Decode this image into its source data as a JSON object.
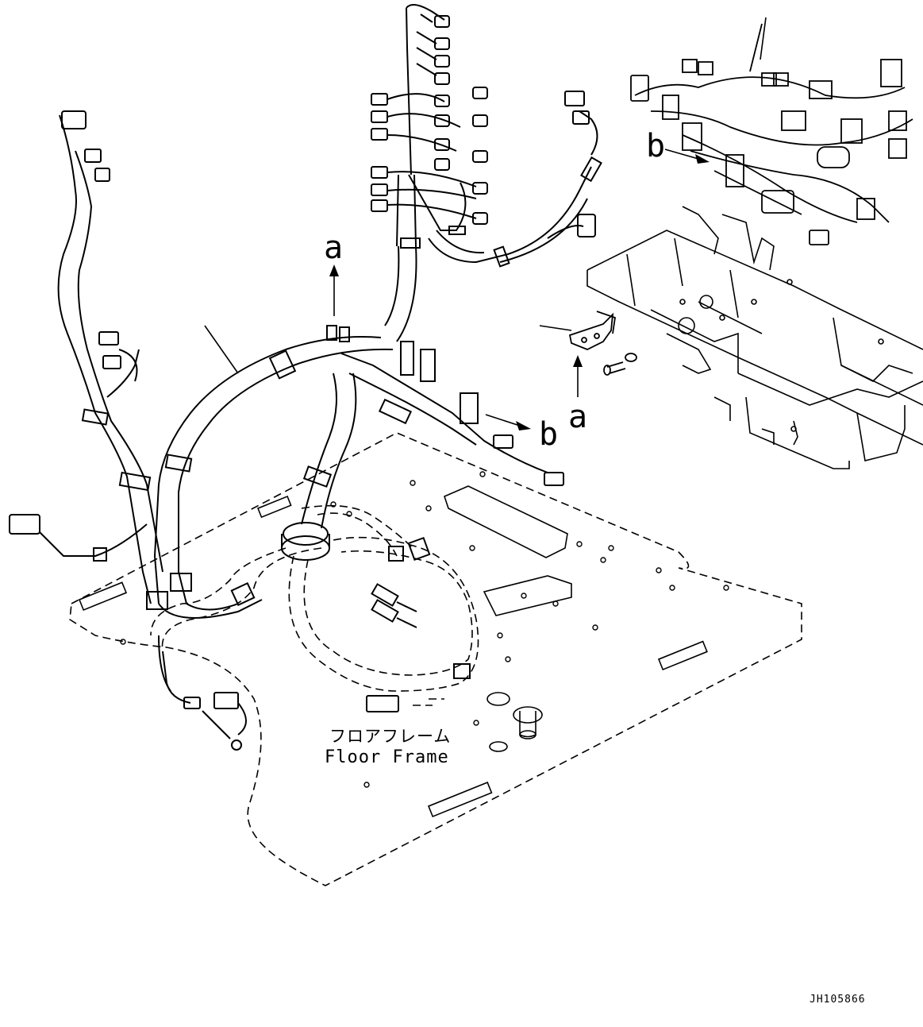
{
  "callouts": {
    "a_top": "a",
    "a_bracket": "a",
    "b_right": "b",
    "b_detail": "b"
  },
  "floor_frame": {
    "label_jp": "フロアフレーム",
    "label_en": "Floor Frame"
  },
  "drawing_code": "JH105866",
  "colors": {
    "line": "#000000",
    "background": "#ffffff"
  }
}
